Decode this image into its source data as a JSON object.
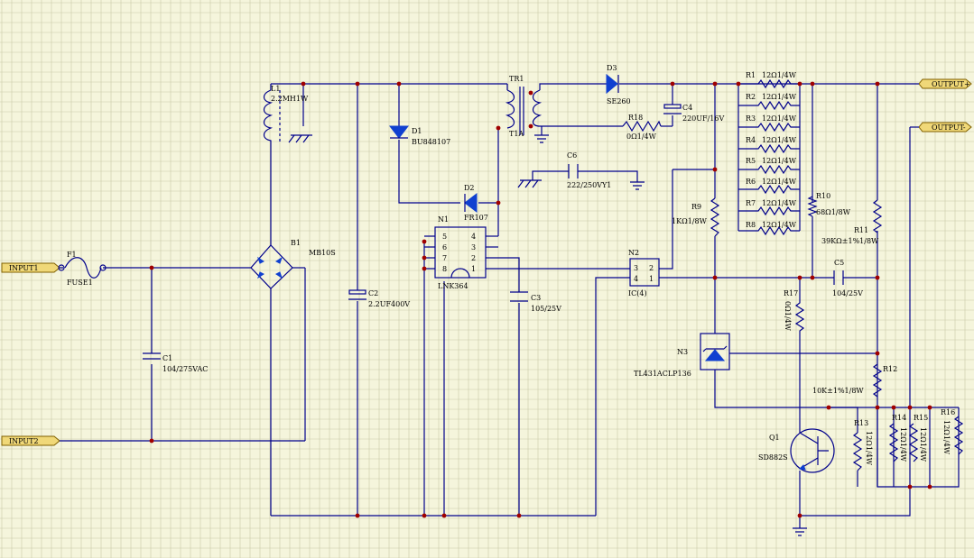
{
  "ports": {
    "input1": "INPUT1",
    "input2": "INPUT2",
    "output_plus": "OUTPUT+",
    "output_minus": "OUTPUT-"
  },
  "components": {
    "f1": {
      "ref": "F1",
      "value": "FUSE1"
    },
    "c1": {
      "ref": "C1",
      "value": "104/275VAC"
    },
    "b1": {
      "ref": "B1",
      "value": "MB10S"
    },
    "l1": {
      "ref": "L1",
      "value": "2.2MH1W"
    },
    "c2": {
      "ref": "C2",
      "value": "2.2UF400V"
    },
    "d1": {
      "ref": "D1",
      "value": "BU848107"
    },
    "d2": {
      "ref": "D2",
      "value": "FR107"
    },
    "n1": {
      "ref": "N1",
      "value": "LNK364",
      "pins_left": [
        "5",
        "6",
        "7",
        "8"
      ],
      "pins_right": [
        "4",
        "3",
        "2",
        "1"
      ]
    },
    "c3": {
      "ref": "C3",
      "value": "105/25V"
    },
    "tr1": {
      "ref": "TR1",
      "value": "T1A"
    },
    "d3": {
      "ref": "D3",
      "value": "SE260"
    },
    "c4": {
      "ref": "C4",
      "value": "220UF/16V"
    },
    "r18": {
      "ref": "R18",
      "value": "0Ω1/4W"
    },
    "c6": {
      "ref": "C6",
      "value": "222/250VY1"
    },
    "n2": {
      "ref": "N2",
      "value": "IC(4)",
      "pins": [
        "3",
        "2",
        "4",
        "1"
      ]
    },
    "r1": {
      "ref": "R1",
      "value": "12Ω1/4W"
    },
    "r2": {
      "ref": "R2",
      "value": "12Ω1/4W"
    },
    "r3": {
      "ref": "R3",
      "value": "12Ω1/4W"
    },
    "r4": {
      "ref": "R4",
      "value": "12Ω1/4W"
    },
    "r5": {
      "ref": "R5",
      "value": "12Ω1/4W"
    },
    "r6": {
      "ref": "R6",
      "value": "12Ω1/4W"
    },
    "r7": {
      "ref": "R7",
      "value": "12Ω1/4W"
    },
    "r8": {
      "ref": "R8",
      "value": "12Ω1/4W"
    },
    "r9": {
      "ref": "R9",
      "value": "1KΩ1/8W"
    },
    "r10": {
      "ref": "R10",
      "value": "68Ω1/8W"
    },
    "r11": {
      "ref": "R11",
      "value": "39KΩ±1%1/8W"
    },
    "c5": {
      "ref": "C5",
      "value": "104/25V"
    },
    "r17": {
      "ref": "R17",
      "value": "0Ω1/4W"
    },
    "n3": {
      "ref": "N3",
      "value": "TL431ACLP136"
    },
    "r12": {
      "ref": "R12",
      "value": "10K±1%1/8W"
    },
    "r13": {
      "ref": "R13",
      "value": "12Ω1/4W"
    },
    "r14": {
      "ref": "R14",
      "value": "12Ω1/4W"
    },
    "r15": {
      "ref": "R15",
      "value": "12Ω1/4W"
    },
    "r16": {
      "ref": "R16",
      "value": "12Ω1/4W"
    },
    "q1": {
      "ref": "Q1",
      "value": "SD882S"
    }
  },
  "colors": {
    "background": "#f5f5dc",
    "grid": "#c8c8a8",
    "wire": "#00008b",
    "junction": "#a00000",
    "port_fill": "#f0d878",
    "diode_fill": "#1040d0"
  }
}
